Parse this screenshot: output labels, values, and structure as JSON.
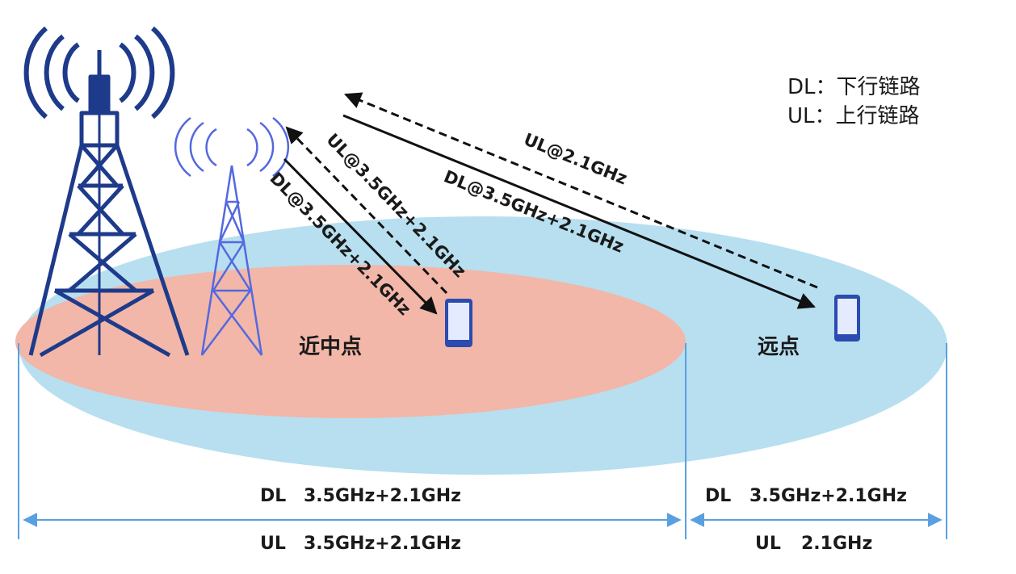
{
  "legend": {
    "dl": "DL：下行链路",
    "ul": "UL：上行链路"
  },
  "zones": {
    "near": "近中点",
    "far": "远点"
  },
  "links": {
    "near_dl": "DL@3.5GHz+2.1GHz",
    "near_ul": "UL@3.5GHz+2.1GHz",
    "far_dl": "DL@3.5GHz+2.1GHz",
    "far_ul": "UL@2.1GHz"
  },
  "bands": {
    "near_dl_tag": "DL",
    "near_dl_freq": "3.5GHz+2.1GHz",
    "near_ul_tag": "UL",
    "near_ul_freq": "3.5GHz+2.1GHz",
    "far_dl_tag": "DL",
    "far_dl_freq": "3.5GHz+2.1GHz",
    "far_ul_tag": "UL",
    "far_ul_freq": "2.1GHz"
  },
  "colors": {
    "far_coverage": "#b7dff0",
    "near_coverage": "#f2b7a8",
    "big_tower": "#1e3a8a",
    "small_tower": "#5468e0",
    "device": "#2b4bb0",
    "dimension_line": "#5aa0e0"
  }
}
